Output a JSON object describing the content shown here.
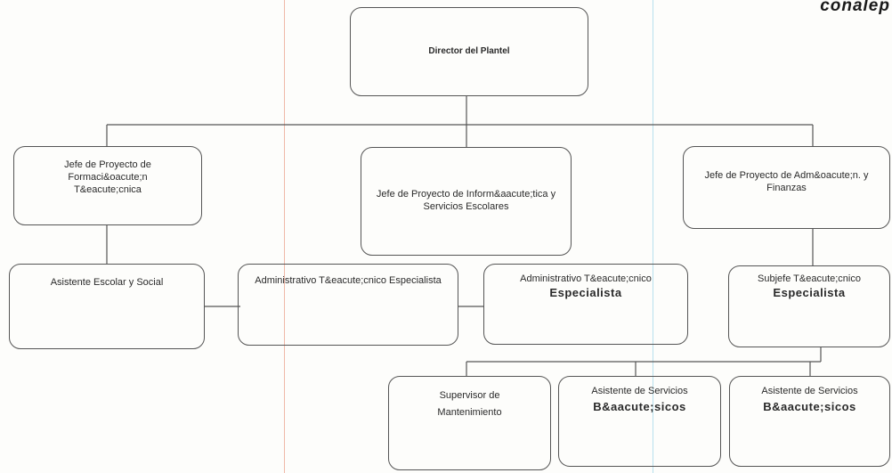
{
  "logo": "conalep",
  "director": "Director del Plantel",
  "jefe_formacion": "Jefe de Proyecto de Formaci&oacute;n T&eacute;cnica",
  "jefe_informatica": "Jefe de Proyecto de Inform&aacute;tica y Servicios Escolares",
  "jefe_admon": "Jefe de Proyecto de Adm&oacute;n. y Finanzas",
  "asistente_escolar": "Asistente Escolar y Social",
  "admin_tecnico_1": "Administrativo T&eacute;cnico Especialista",
  "admin_tecnico_2": {
    "line1": "Administrativo T&eacute;cnico",
    "line2": "Especialista"
  },
  "subjefe": {
    "line1": "Subjefe T&eacute;cnico",
    "line2": "Especialista"
  },
  "supervisor": "Supervisor de Mantenimiento",
  "asistente_basicos_1": {
    "line1": "Asistente de Servicios",
    "line2": "B&aacute;sicos"
  },
  "asistente_basicos_2": {
    "line1": "Asistente de Servicios",
    "line2": "B&aacute;sicos"
  }
}
